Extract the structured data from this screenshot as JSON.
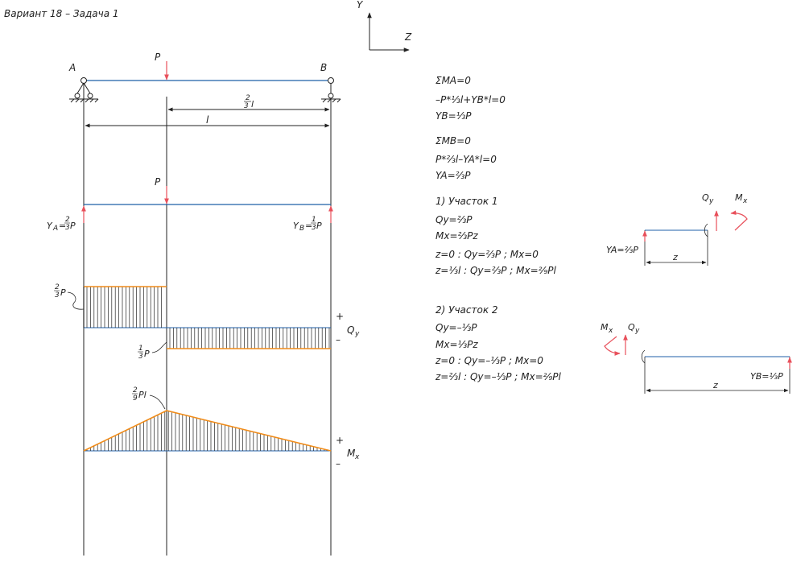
{
  "header": {
    "title": "Вариант 18 – Задача 1"
  },
  "colors": {
    "beam": "#1f5fa8",
    "load": "#e8505b",
    "diagram_fill": "#f08c1a",
    "line": "#222222"
  },
  "axes": {
    "y_label": "Y",
    "z_label": "Z"
  },
  "beam": {
    "support_a": "A",
    "support_b": "B",
    "load_label": "P",
    "dim_two_thirds": {
      "num": "2",
      "den": "3",
      "unit": "l"
    },
    "dim_full": "l"
  },
  "reactions": {
    "ya": {
      "pre": "Y",
      "sub": "A",
      "eq": "=",
      "num": "2",
      "den": "3",
      "post": "P"
    },
    "yb": {
      "pre": "Y",
      "sub": "B",
      "eq": "=",
      "num": "1",
      "den": "3",
      "post": "P"
    }
  },
  "shear": {
    "label": "Qy",
    "label_q": "Q",
    "label_sub": "y",
    "plus": "+",
    "minus": "–",
    "value_left": {
      "num": "2",
      "den": "3",
      "post": "P"
    },
    "value_right": {
      "num": "1",
      "den": "3",
      "post": "P"
    }
  },
  "moment": {
    "label_m": "M",
    "label_sub": "x",
    "plus": "+",
    "minus": "–",
    "max_value": {
      "num": "2",
      "den": "9",
      "post": "Pl"
    }
  },
  "equations": {
    "sum_ma": "ΣMA=0",
    "ma_eq": "–P*⅓l+YB*l=0",
    "yb_res": "YB=⅓P",
    "sum_mb": "ΣMB=0",
    "mb_eq": "P*⅔l–YA*l=0",
    "ya_res": "YA=⅔P"
  },
  "section1": {
    "title": "1)  Участок 1",
    "q": "Qy=⅔P",
    "m": "Mx=⅔Pz",
    "z0": "z=0  :  Qy=⅔P  ;  Mx=0",
    "z1": "z=⅓l  :  Qy=⅔P  ;  Mx=²⁄₉Pl",
    "mini_q": "Q",
    "mini_q_sub": "y",
    "mini_m": "M",
    "mini_m_sub": "x",
    "mini_reaction": "YA=⅔P",
    "mini_z": "z"
  },
  "section2": {
    "title": "2)  Участок 2",
    "q": "Qy=–⅓P",
    "m": "Mx=⅓Pz",
    "z0": "z=0  :  Qy=–⅓P  ;  Mx=0",
    "z1": "z=⅔l  :  Qy=–⅓P  ;  Mx=²⁄₉Pl",
    "mini_q": "Q",
    "mini_q_sub": "y",
    "mini_m": "M",
    "mini_m_sub": "x",
    "mini_reaction": "YB=⅓P",
    "mini_z": "z"
  }
}
